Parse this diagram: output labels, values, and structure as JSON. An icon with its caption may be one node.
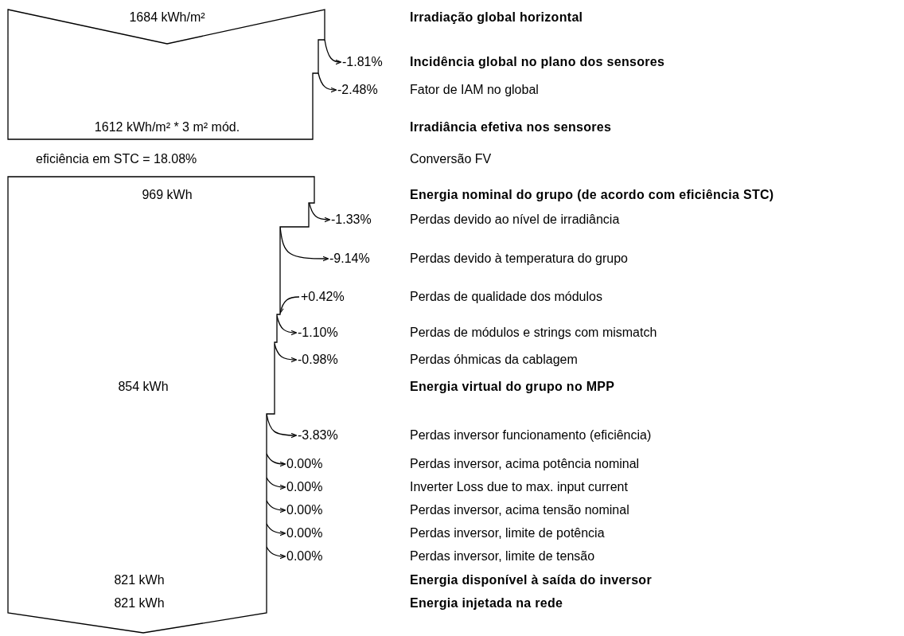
{
  "diagram": {
    "nodes": [
      {
        "text": [
          "1684 kWh/m²",
          "1612 kWh/m² * 3 m² mód."
        ]
      },
      {
        "text": [
          "-1.81%"
        ]
      },
      {
        "text": [
          "-2.48%"
        ]
      },
      {
        "text": [
          "969 kWh",
          "854 kWh",
          "821 kWh",
          "821 kWh"
        ]
      },
      {
        "text": [
          "-1.33%"
        ]
      },
      {
        "text": [
          "-9.14%"
        ]
      },
      {
        "text": [
          "+0.42%"
        ]
      },
      {
        "text": [
          "-1.10%"
        ]
      },
      {
        "text": [
          "-0.98%"
        ]
      },
      {
        "text": [
          "-3.83%"
        ]
      },
      {
        "text": [
          "0.00%"
        ]
      },
      {
        "text": [
          "0.00%"
        ]
      },
      {
        "text": [
          "0.00%"
        ]
      },
      {
        "text": [
          "0.00%"
        ]
      },
      {
        "text": [
          "0.00%"
        ]
      }
    ],
    "edges": [
      {
        "from": 0,
        "to": 1,
        "arrow": "to"
      },
      {
        "from": 0,
        "to": 2,
        "arrow": "to"
      },
      {
        "from": 3,
        "to": 4,
        "arrow": "to"
      },
      {
        "from": 3,
        "to": 5,
        "arrow": "to"
      },
      {
        "from": 6,
        "to": 3,
        "arrow": "to"
      },
      {
        "from": 3,
        "to": 7,
        "arrow": "to"
      },
      {
        "from": 3,
        "to": 8,
        "arrow": "to"
      },
      {
        "from": 3,
        "to": 9,
        "arrow": "to"
      },
      {
        "from": 3,
        "to": 10,
        "arrow": "to"
      },
      {
        "from": 3,
        "to": 11,
        "arrow": "to"
      },
      {
        "from": 3,
        "to": 12,
        "arrow": "to"
      },
      {
        "from": 3,
        "to": 13,
        "arrow": "to"
      },
      {
        "from": 3,
        "to": 14,
        "arrow": "to"
      }
    ],
    "labels": [
      "Irradiação global horizontal",
      "Incidência global no plano dos sensores",
      "Fator de IAM no global",
      "Irradiância efetiva nos sensores",
      "eficiência em STC = 18.08%",
      "Conversão FV",
      "Energia nominal do grupo (de acordo com eficiência STC)",
      "Perdas devido ao nível de irradiância",
      "Perdas devido à temperatura do grupo",
      "Perdas de qualidade dos módulos",
      "Perdas de módulos e strings com mismatch",
      "Perdas óhmicas da cablagem",
      "Energia virtual do grupo no MPP",
      "Perdas inversor funcionamento (eficiência)",
      "Perdas inversor, acima potência nominal",
      "Inverter Loss due to max. input current",
      "Perdas inversor, acima tensão nominal",
      "Perdas inversor, limite de potência",
      "Perdas inversor, limite de tensão",
      "Energia disponível à saída do inversor",
      "Energia injetada na rede"
    ]
  }
}
